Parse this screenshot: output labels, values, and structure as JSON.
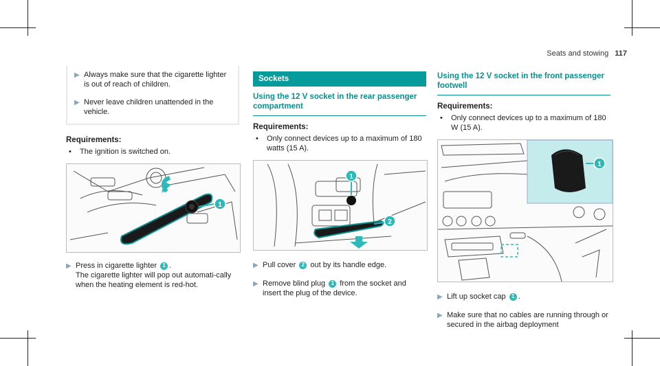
{
  "header": {
    "section": "Seats and stowing",
    "page": "117"
  },
  "col1": {
    "notes": [
      "Always make sure that the cigarette lighter is out of reach of children.",
      "Never leave children unattended in the vehicle."
    ],
    "requirements_heading": "Requirements:",
    "requirements": [
      "The ignition is switched on."
    ],
    "figure_callout": "1",
    "step_line1_pre": "Press in cigarette lighter",
    "step_line1_badge": "1",
    "step_line1_post": ".",
    "step_line2": "The cigarette lighter will pop out automati-cally when the heating element is red-hot."
  },
  "col2": {
    "section_title": "Sockets",
    "subheading": "Using the 12 V socket in the rear passenger compartment",
    "requirements_heading": "Requirements:",
    "requirements": [
      "Only connect devices up to a maximum of 180 watts (15 A)."
    ],
    "figure_callouts": [
      "1",
      "2"
    ],
    "step1_pre": "Pull cover",
    "step1_badge": "2",
    "step1_post": "out by its handle edge.",
    "step2_pre": "Remove blind plug",
    "step2_badge": "1",
    "step2_post": "from the socket and insert the plug of the device."
  },
  "col3": {
    "subheading": "Using the 12 V socket in the front passenger footwell",
    "requirements_heading": "Requirements:",
    "requirements": [
      "Only connect devices up to a maximum of 180 W (15 A)."
    ],
    "figure_callout": "1",
    "step1_pre": "Lift up socket cap",
    "step1_badge": "1",
    "step1_post": ".",
    "step2": "Make sure that no cables are running through or secured in the airbag deployment"
  },
  "colors": {
    "teal": "#069c9c",
    "callout": "#2fb8b8",
    "highlight": "#c5ecec"
  }
}
